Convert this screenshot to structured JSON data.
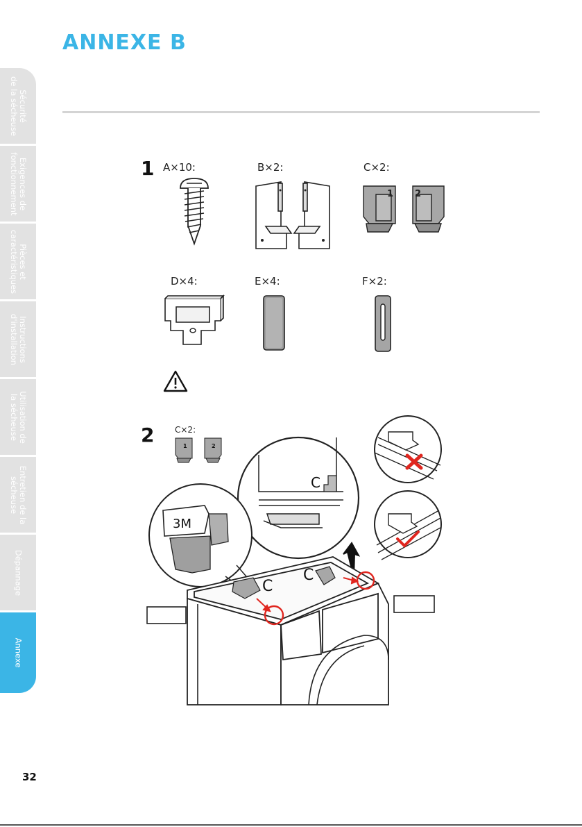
{
  "page": {
    "title": "ANNEXE B",
    "page_number": "32"
  },
  "sidebar": {
    "tabs": [
      {
        "label": "Sécurité\nde la sécheuse"
      },
      {
        "label": "Exigences de\nfonctionnement"
      },
      {
        "label": "Pièces et\ncaractéristiques"
      },
      {
        "label": "Instructions\nd'installation"
      },
      {
        "label": "Utilisation de\nla sécheuse"
      },
      {
        "label": "Entretien de la\nsécheuse"
      },
      {
        "label": "Dépannage"
      },
      {
        "label": "Annexe"
      }
    ],
    "active_tab": "Annexe",
    "active_color": "#3bb5e6"
  },
  "step1": {
    "number": "1",
    "parts": [
      {
        "label": "A×10:"
      },
      {
        "label": "B×2:"
      },
      {
        "label": "C×2:"
      },
      {
        "label": "D×4:"
      },
      {
        "label": "E×4:"
      },
      {
        "label": "F×2:"
      }
    ],
    "clip_numbers": [
      "1",
      "2"
    ]
  },
  "step2": {
    "number": "2",
    "part_label": "C×2:",
    "tape_label": "3M",
    "clip_label": "C"
  },
  "colors": {
    "accent": "#3bb5e6",
    "highlight_circle": "#e0261f",
    "wrong_mark": "#e0261f",
    "right_mark": "#e0261f"
  },
  "icons": [
    "warning-icon",
    "wrong-x-icon",
    "correct-check-icon",
    "up-arrow-icon"
  ]
}
